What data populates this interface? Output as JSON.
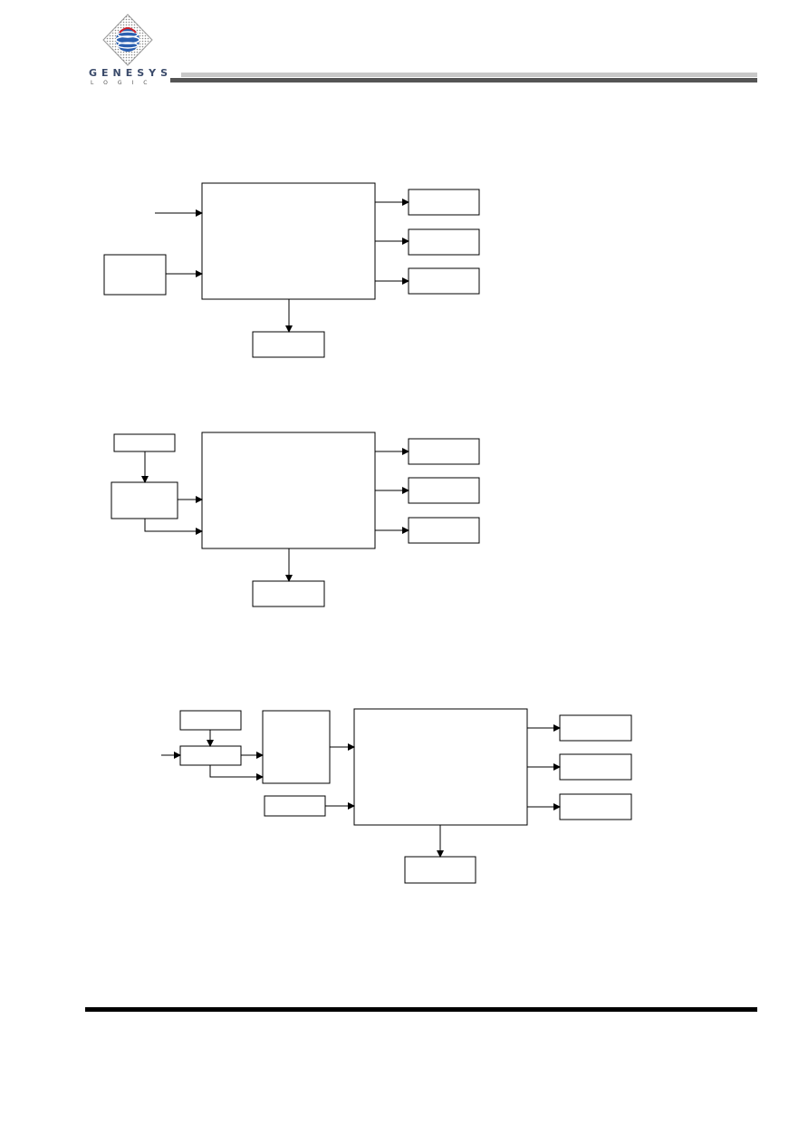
{
  "header": {
    "logo_text": "GENESYS",
    "logo_subtext": "LOGIC",
    "logo_icon": "genesys-globe-logo-icon"
  },
  "diagrams": [
    {
      "id": "diagram-1",
      "boxes": 6,
      "arrows": 6
    },
    {
      "id": "diagram-2",
      "boxes": 7,
      "arrows": 7
    },
    {
      "id": "diagram-3",
      "boxes": 9,
      "arrows": 10
    }
  ]
}
